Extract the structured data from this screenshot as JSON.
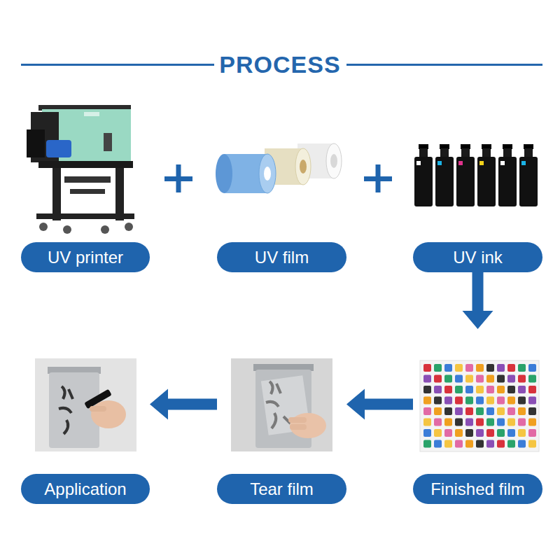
{
  "diagram": {
    "title": "PROCESS",
    "nodes": [
      {
        "text": [
          "UV printer"
        ]
      },
      {
        "text": [
          "UV film"
        ]
      },
      {
        "text": [
          "UV ink"
        ]
      },
      {
        "text": [
          "Finished film"
        ]
      },
      {
        "text": [
          "Tear film"
        ]
      },
      {
        "text": [
          "Application"
        ]
      }
    ],
    "edges": [
      {
        "from": 2,
        "to": 3,
        "arrow": "to"
      },
      {
        "from": 3,
        "to": 4,
        "arrow": "to"
      },
      {
        "from": 4,
        "to": 5,
        "arrow": "to"
      }
    ]
  }
}
